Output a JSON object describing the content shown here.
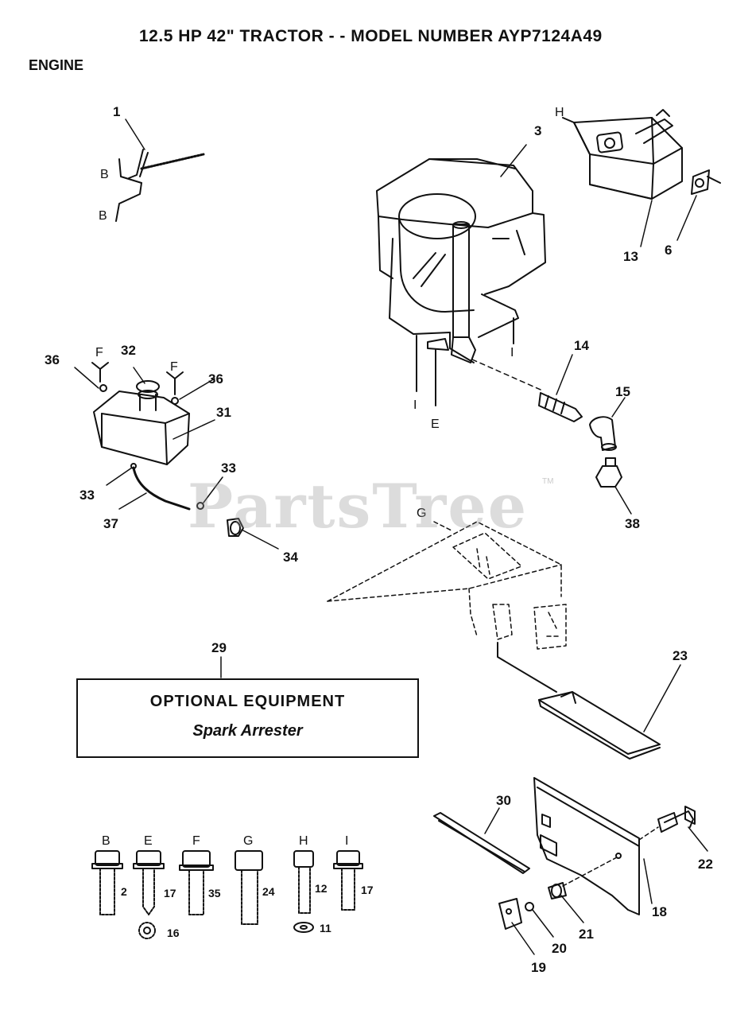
{
  "title": "12.5 HP 42\" TRACTOR - - MODEL NUMBER AYP7124A49",
  "section": "ENGINE",
  "watermark": "PartsTree",
  "watermark_tm": "TM",
  "optional_box": {
    "title": "OPTIONAL EQUIPMENT",
    "item": "Spark Arrester"
  },
  "callouts": {
    "c1": "1",
    "c3": "3",
    "c6": "6",
    "c13": "13",
    "c14": "14",
    "c15": "15",
    "c18": "18",
    "c19": "19",
    "c20": "20",
    "c21": "21",
    "c22": "22",
    "c23": "23",
    "c29": "29",
    "c30": "30",
    "c31": "31",
    "c32": "32",
    "c33a": "33",
    "c33b": "33",
    "c34": "34",
    "c36a": "36",
    "c36b": "36",
    "c37": "37",
    "c38": "38"
  },
  "refs": {
    "B1": "B",
    "B2": "B",
    "H": "H",
    "I1": "I",
    "I2": "I",
    "E": "E",
    "F1": "F",
    "F2": "F",
    "G": "G"
  },
  "hardware": [
    {
      "letter": "B",
      "part": "2"
    },
    {
      "letter": "E",
      "part": "17",
      "washer": "16"
    },
    {
      "letter": "F",
      "part": "35"
    },
    {
      "letter": "G",
      "part": "24"
    },
    {
      "letter": "H",
      "part": "12",
      "washer": "11"
    },
    {
      "letter": "I",
      "part": "17"
    }
  ]
}
